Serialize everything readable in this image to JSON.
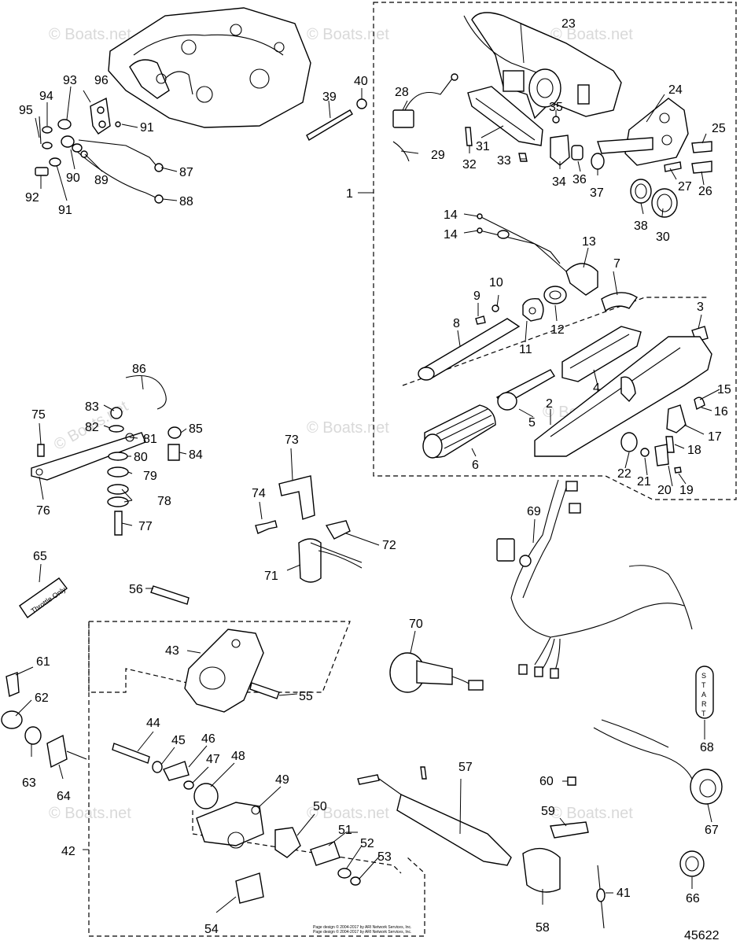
{
  "diagram": {
    "figure_number": "45622",
    "watermark": "© Boats.net",
    "footnote_line1": "Page design © 2004-2017 by ARI Network Services, Inc.",
    "footnote_line2": "Page design © 2004-2017 by ARI Network Services, Inc.",
    "labels": {
      "p1": "1",
      "p2": "2",
      "p3": "3",
      "p4": "4",
      "p5": "5",
      "p6": "6",
      "p7": "7",
      "p8": "8",
      "p9": "9",
      "p10": "10",
      "p11": "11",
      "p12": "12",
      "p13": "13",
      "p14a": "14",
      "p14b": "14",
      "p15": "15",
      "p16": "16",
      "p17": "17",
      "p18": "18",
      "p19": "19",
      "p20": "20",
      "p21": "21",
      "p22": "22",
      "p23": "23",
      "p24": "24",
      "p25": "25",
      "p26": "26",
      "p27": "27",
      "p28": "28",
      "p29": "29",
      "p30": "30",
      "p31": "31",
      "p32": "32",
      "p33": "33",
      "p34": "34",
      "p35": "35",
      "p36": "36",
      "p37": "37",
      "p38": "38",
      "p39": "39",
      "p40": "40",
      "p41": "41",
      "p42": "42",
      "p43": "43",
      "p44": "44",
      "p45": "45",
      "p46": "46",
      "p47": "47",
      "p48": "48",
      "p49": "49",
      "p50": "50",
      "p51": "51",
      "p52": "52",
      "p53": "53",
      "p54": "54",
      "p55": "55",
      "p56": "56",
      "p57": "57",
      "p58": "58",
      "p59": "59",
      "p60": "60",
      "p61": "61",
      "p62": "62",
      "p63": "63",
      "p64": "64",
      "p65": "65",
      "p66": "66",
      "p67": "67",
      "p68": "68",
      "p69": "69",
      "p70": "70",
      "p71": "71",
      "p72": "72",
      "p73": "73",
      "p74": "74",
      "p75": "75",
      "p76": "76",
      "p77": "77",
      "p78": "78",
      "p79": "79",
      "p80": "80",
      "p81": "81",
      "p82": "82",
      "p83": "83",
      "p84": "84",
      "p85": "85",
      "p86": "86",
      "p87": "87",
      "p88": "88",
      "p89": "89",
      "p90": "90",
      "p91a": "91",
      "p91b": "91",
      "p92": "92",
      "p93": "93",
      "p94": "94",
      "p95": "95",
      "p96": "96"
    },
    "decal_65_text": "Throttle Only",
    "decal_68_text": "START"
  }
}
